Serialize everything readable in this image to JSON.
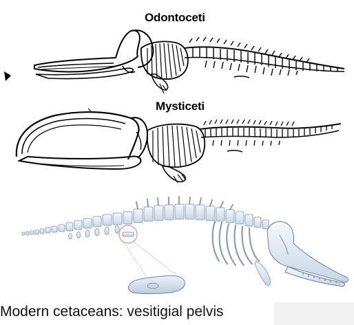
{
  "figure": {
    "top_label": "Odontoceti",
    "middle_label": "Mysticeti",
    "caption": "Modern cetaceans: vesitigial pelvis"
  },
  "colors": {
    "ink": "#000000",
    "bone_fill": "#e4ecf6",
    "bone_stroke": "#6e7f9a",
    "highlight": "#e0a8a8"
  },
  "icons": {
    "odontoceti_skeleton": "toothed-whale-skeleton",
    "mysticeti_skeleton": "baleen-whale-skeleton",
    "modern_skeleton": "whale-skeleton-3d",
    "pelvis": "vestigial-pelvis-bone"
  }
}
